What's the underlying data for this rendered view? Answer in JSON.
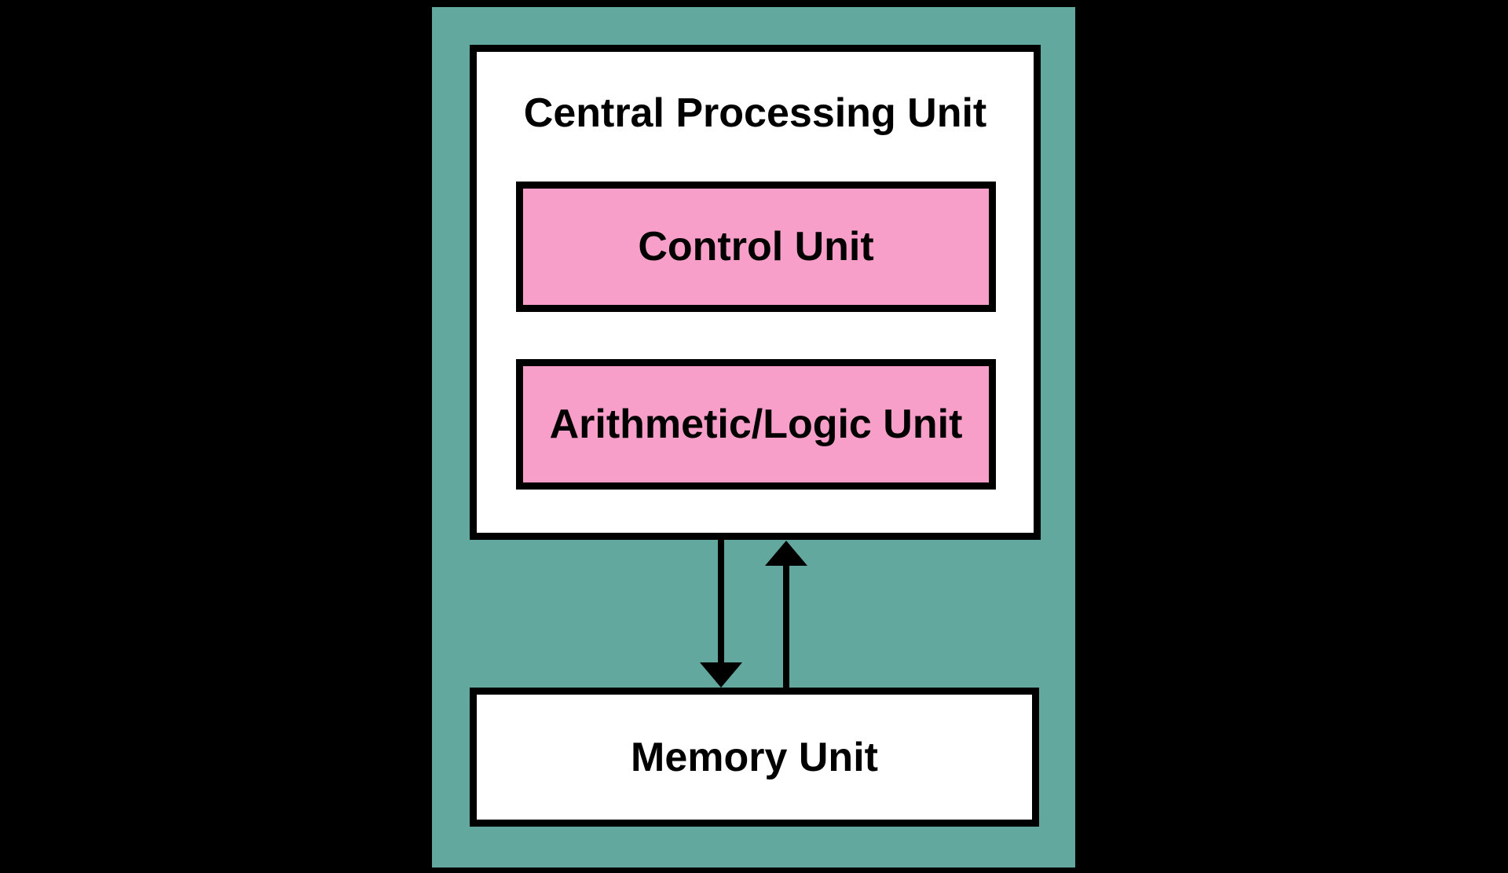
{
  "diagram": {
    "cpu": {
      "label": "Central Processing Unit",
      "children": [
        {
          "label": "Control Unit"
        },
        {
          "label": "Arithmetic/Logic Unit"
        }
      ]
    },
    "memory": {
      "label": "Memory Unit"
    },
    "arrows": [
      {
        "name": "cpu-to-memory",
        "direction": "down"
      },
      {
        "name": "memory-to-cpu",
        "direction": "up"
      }
    ]
  },
  "colors": {
    "background": "#000000",
    "panel_teal": "#63A89F",
    "box_pink": "#F79FC8",
    "box_white": "#FFFFFF",
    "line_black": "#000000"
  }
}
